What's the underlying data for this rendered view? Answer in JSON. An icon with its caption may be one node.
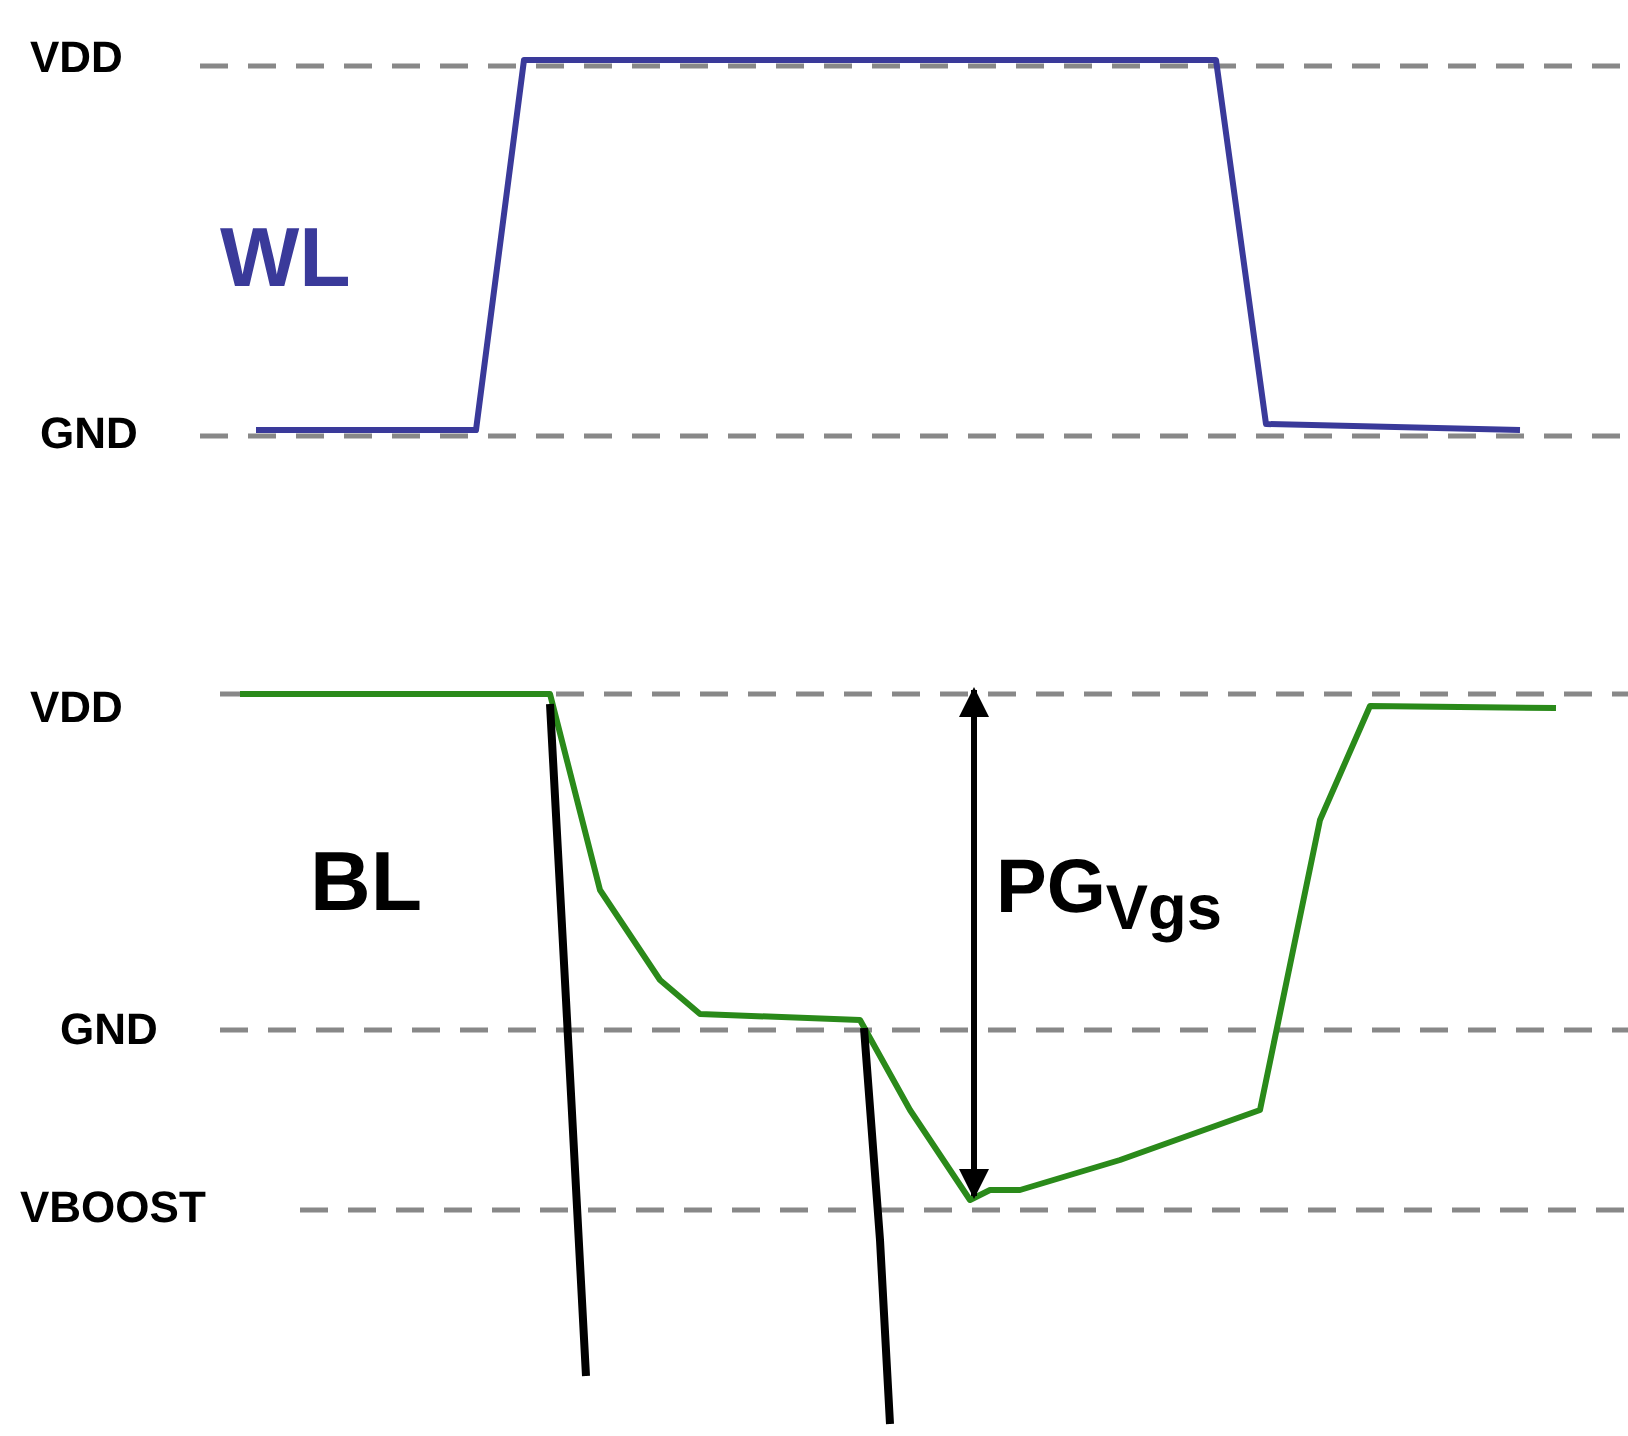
{
  "diagram": {
    "labels": [
      "VDD",
      "WL",
      "GND",
      "VDD",
      "BL",
      "PG$_{Vgs}$",
      "GND",
      "VBOOST"
    ]
  }
}
